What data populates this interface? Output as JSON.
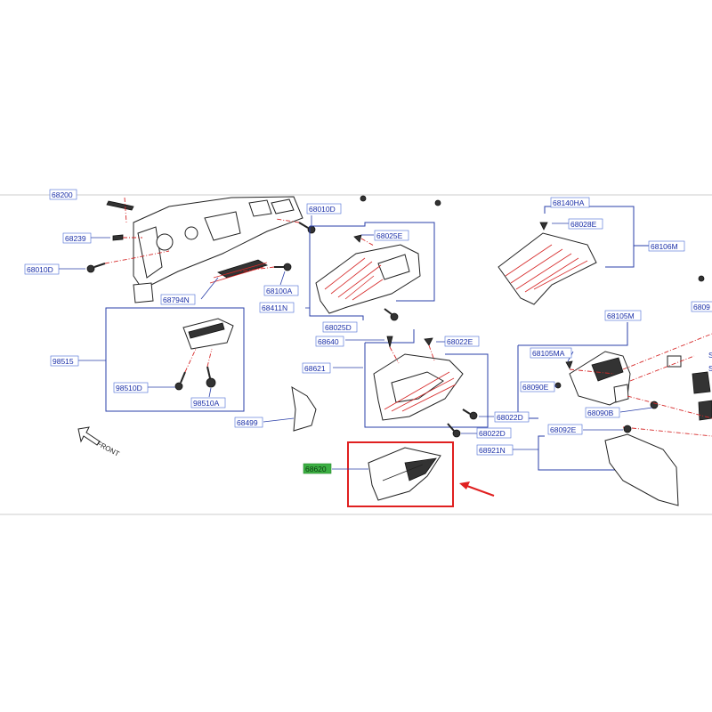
{
  "labels": {
    "p68200": "68200",
    "p68239": "68239",
    "p68010D_a": "68010D",
    "p68010D_b": "68010D",
    "p68794N": "68794N",
    "p68100A": "68100A",
    "p68411N": "68411N",
    "p68025E": "68025E",
    "p68025D": "68025D",
    "p68640": "68640",
    "p68022E": "68022E",
    "p68621": "68621",
    "p68022D_a": "68022D",
    "p68022D_b": "68022D",
    "p98515": "98515",
    "p98510D": "98510D",
    "p98510A": "98510A",
    "p68499": "68499",
    "p68620": "68620",
    "p68140HA": "68140HA",
    "p68028E": "68028E",
    "p68106M": "68106M",
    "p68105M": "68105M",
    "p68105MA": "68105MA",
    "p68090E": "68090E",
    "p68090B": "68090B",
    "p68092E": "68092E",
    "p68921N": "68921N",
    "p6809_cut": "6809",
    "pS_a": "S",
    "pS_b": "S",
    "front": "FRONT"
  },
  "colors": {
    "label_text": "#1a2fa8",
    "leader": "#2a3fa8",
    "dash_line": "#d62828",
    "highlight_label": "#3cb043",
    "highlight_box": "#e02020",
    "arrow": "#e02020"
  },
  "icons": {
    "front_arrow": "arrow-up-left-outline",
    "pointer": "red-arrow"
  }
}
